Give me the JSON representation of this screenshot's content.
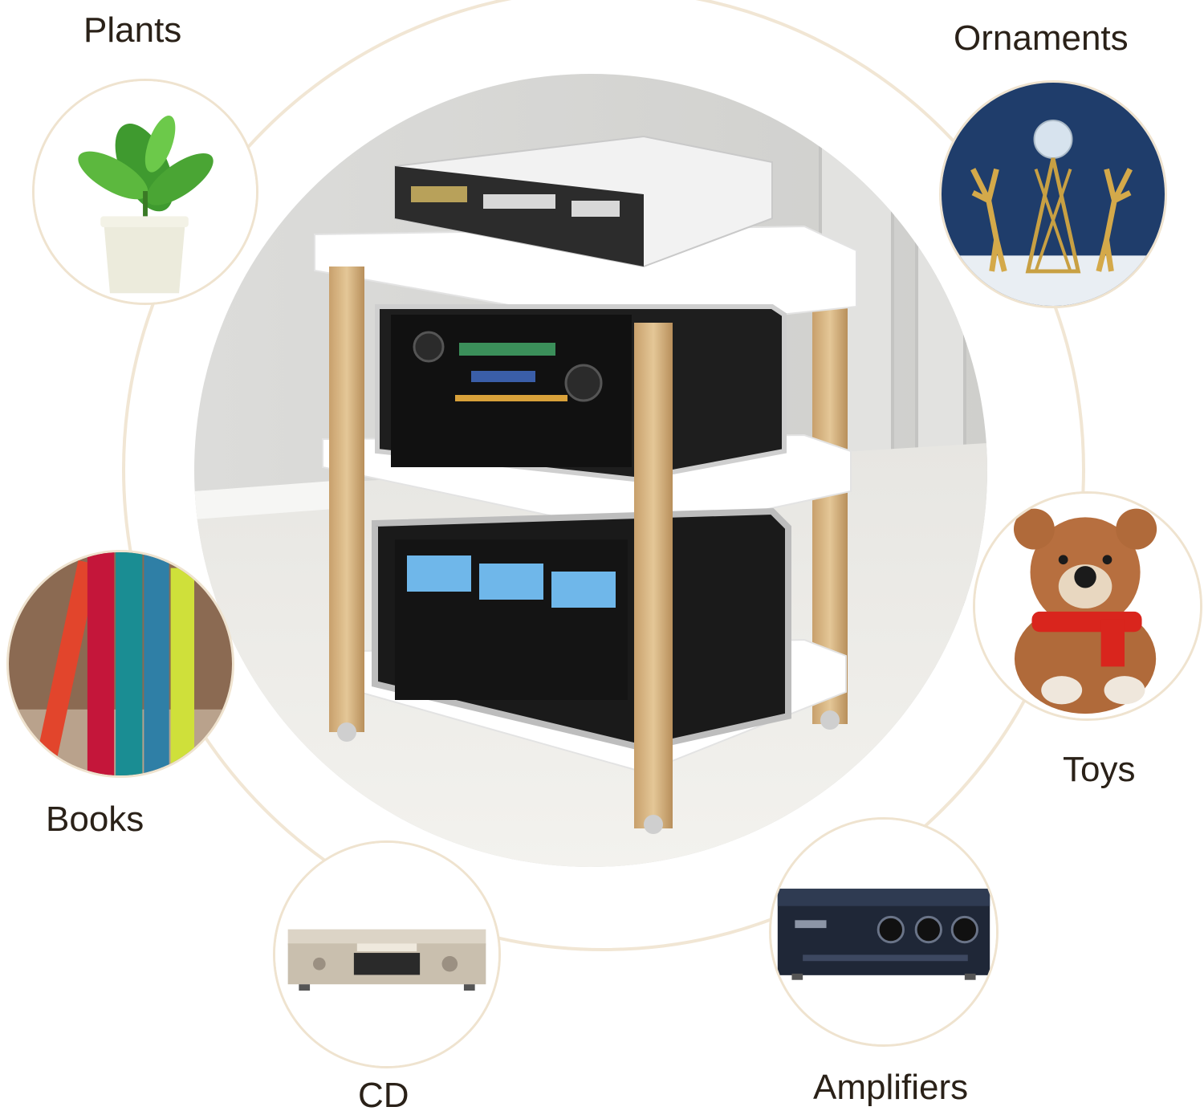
{
  "labels": {
    "plants": "Plants",
    "ornaments": "Ornaments",
    "books": "Books",
    "toys": "Toys",
    "cd": "CD",
    "amplifiers": "Amplifiers"
  },
  "colors": {
    "ring": "#f1e6d4",
    "circle_border": "#efe3cf",
    "text": "#2a2118",
    "wood": "#d9b98a",
    "shelf": "#ffffff"
  }
}
